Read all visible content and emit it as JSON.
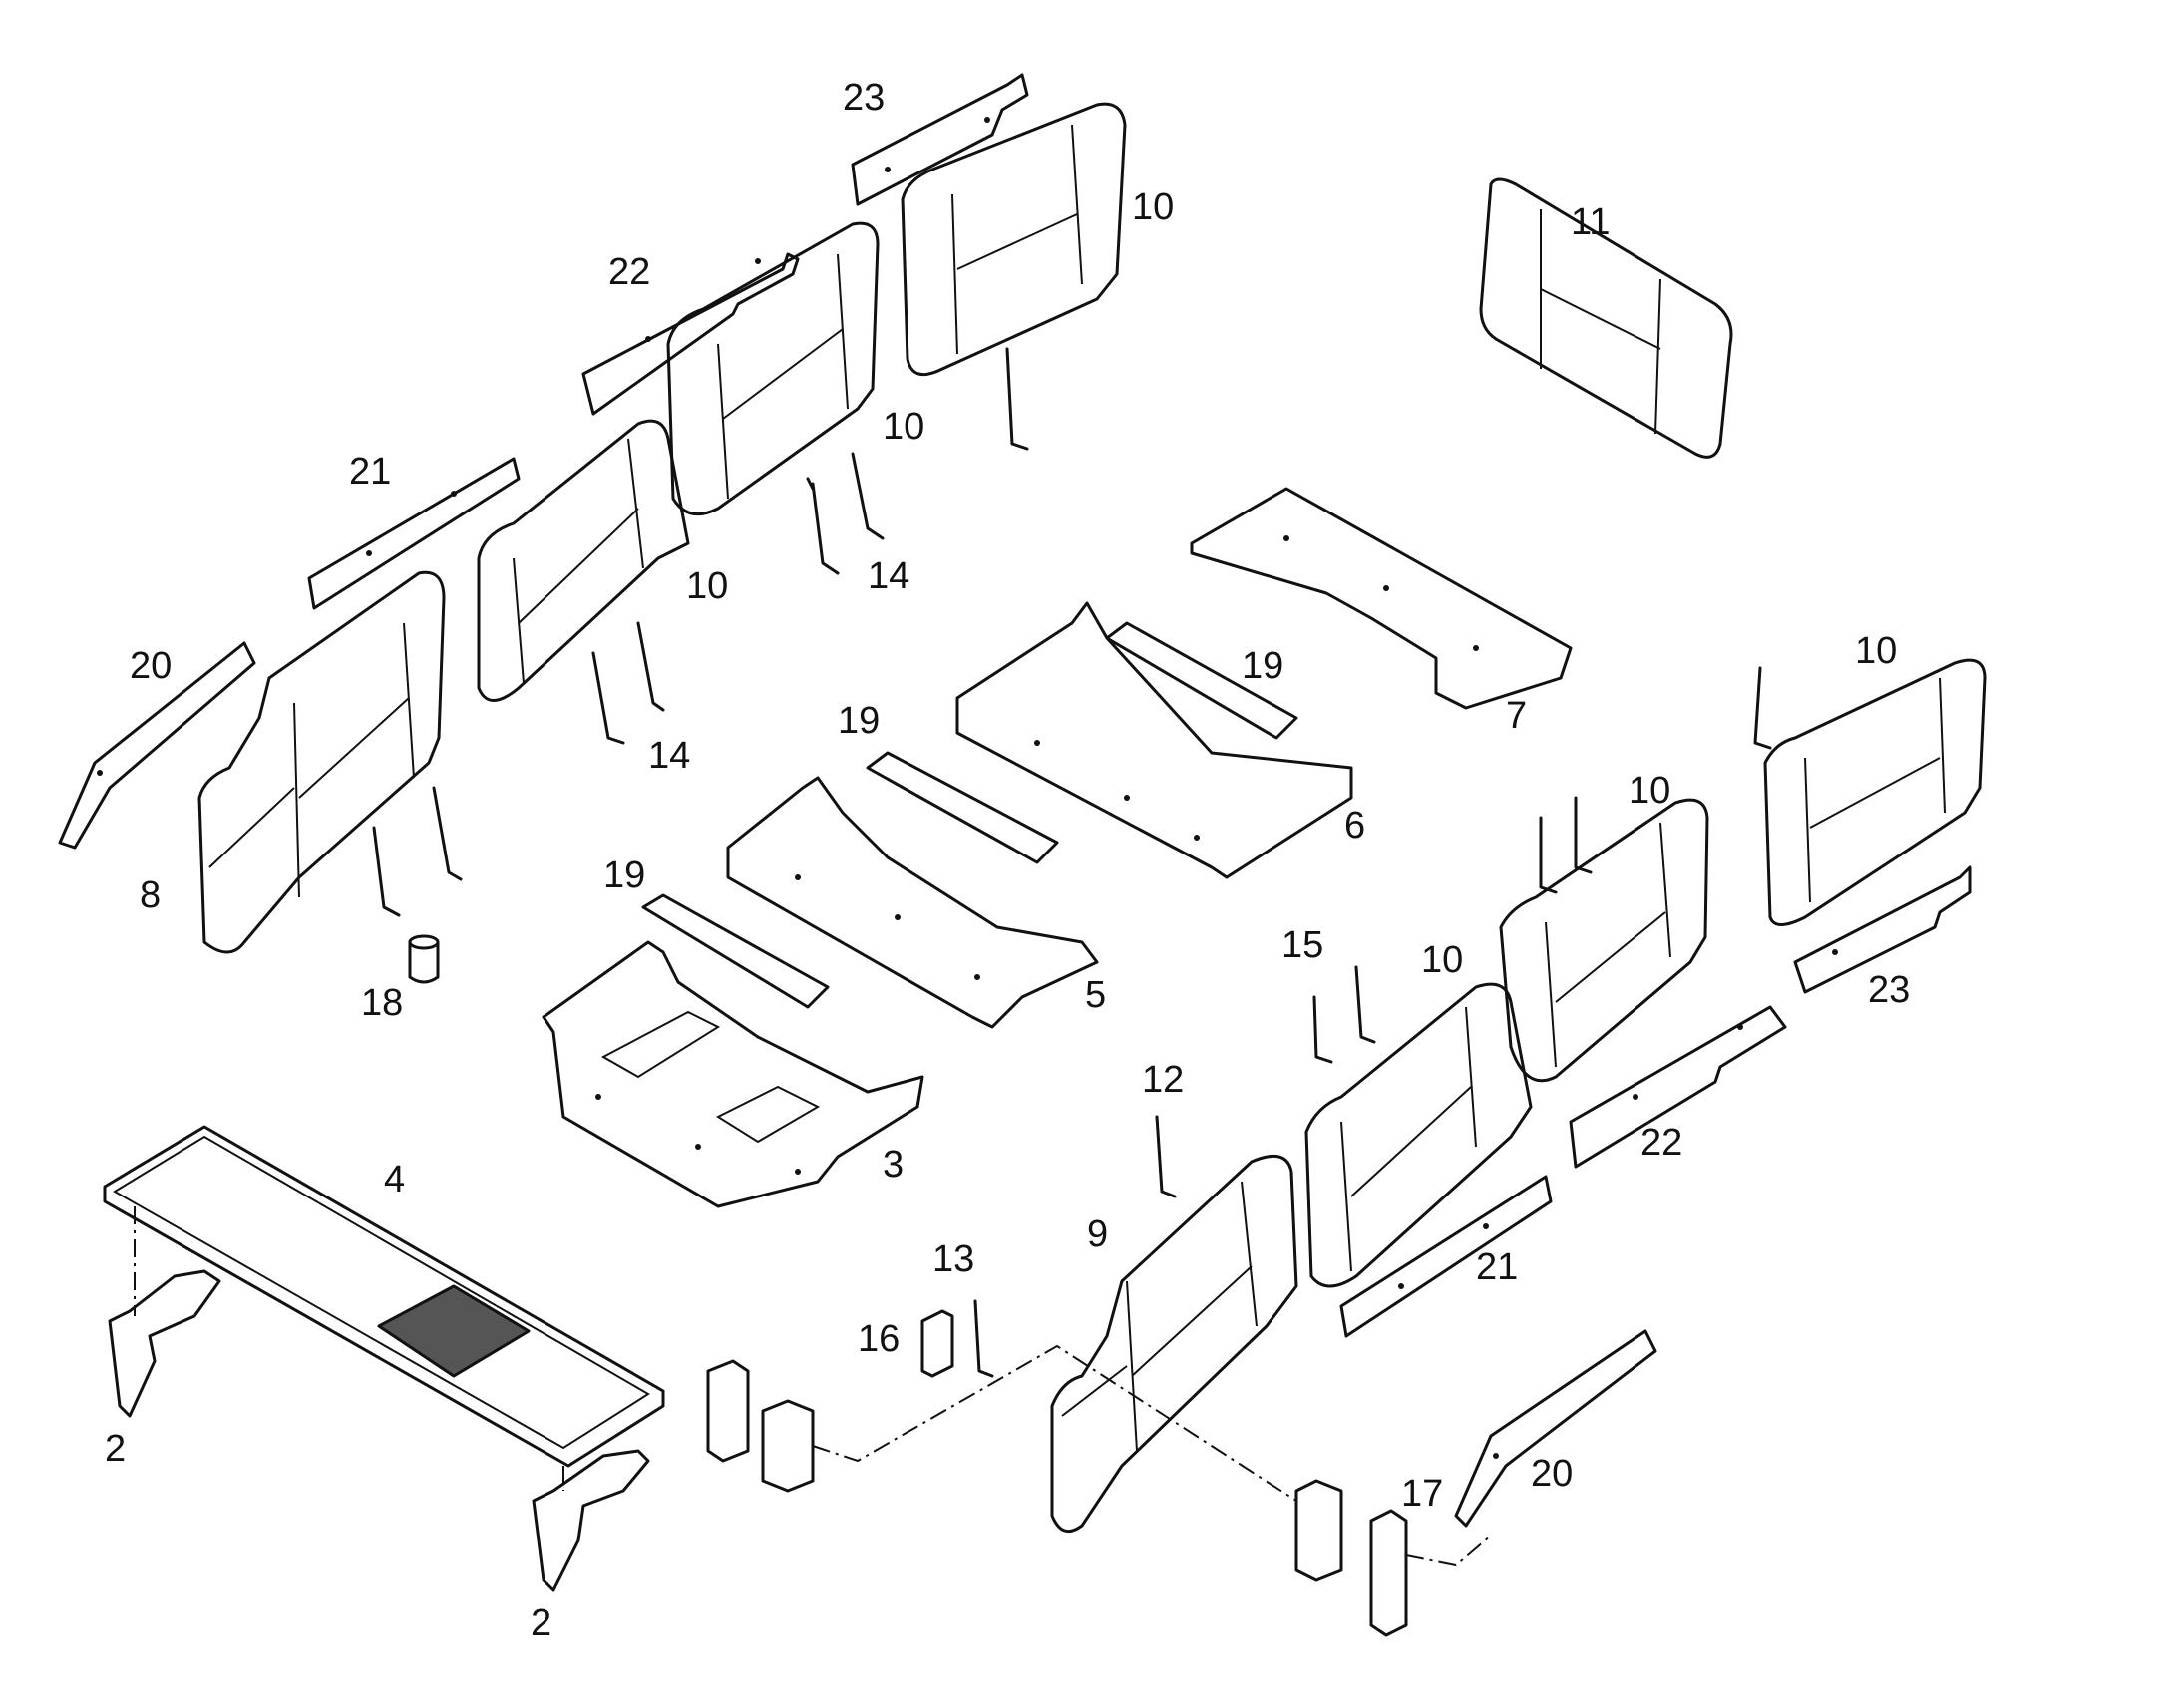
{
  "callouts": [
    {
      "id": "c23a",
      "text": "23"
    },
    {
      "id": "c10a",
      "text": "10"
    },
    {
      "id": "c11",
      "text": "11"
    },
    {
      "id": "c22a",
      "text": "22"
    },
    {
      "id": "c10b",
      "text": "10"
    },
    {
      "id": "c21a",
      "text": "21"
    },
    {
      "id": "c10c",
      "text": "10"
    },
    {
      "id": "c14a",
      "text": "14"
    },
    {
      "id": "c20a",
      "text": "20"
    },
    {
      "id": "c14b",
      "text": "14"
    },
    {
      "id": "c19a",
      "text": "19"
    },
    {
      "id": "c19b",
      "text": "19"
    },
    {
      "id": "c7",
      "text": "7"
    },
    {
      "id": "c10d",
      "text": "10"
    },
    {
      "id": "c6",
      "text": "6"
    },
    {
      "id": "c8",
      "text": "8"
    },
    {
      "id": "c10e",
      "text": "10"
    },
    {
      "id": "c19c",
      "text": "19"
    },
    {
      "id": "c18",
      "text": "18"
    },
    {
      "id": "c5",
      "text": "5"
    },
    {
      "id": "c15",
      "text": "15"
    },
    {
      "id": "c10f",
      "text": "10"
    },
    {
      "id": "c23b",
      "text": "23"
    },
    {
      "id": "c12",
      "text": "12"
    },
    {
      "id": "c3",
      "text": "3"
    },
    {
      "id": "c22b",
      "text": "22"
    },
    {
      "id": "c4",
      "text": "4"
    },
    {
      "id": "c9",
      "text": "9"
    },
    {
      "id": "c13",
      "text": "13"
    },
    {
      "id": "c21b",
      "text": "21"
    },
    {
      "id": "c16",
      "text": "16"
    },
    {
      "id": "c2a",
      "text": "2"
    },
    {
      "id": "c17",
      "text": "17"
    },
    {
      "id": "c20b",
      "text": "20"
    },
    {
      "id": "c2b",
      "text": "2"
    }
  ]
}
